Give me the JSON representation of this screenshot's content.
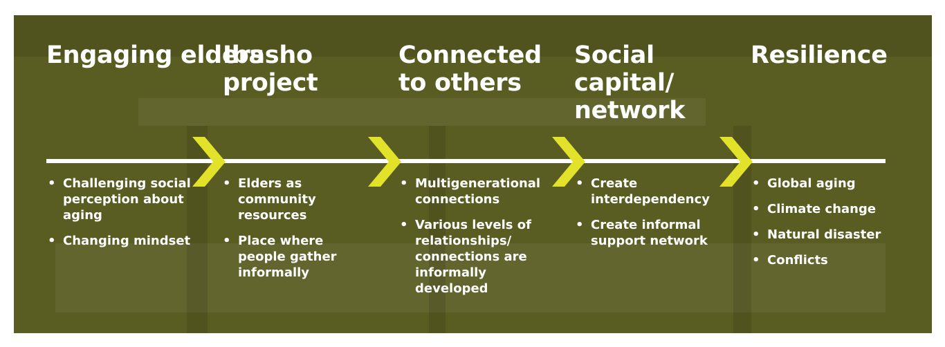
{
  "columns": [
    {
      "title": "Engaging elders",
      "items": [
        "Challenging social perception about aging",
        "Changing mindset"
      ]
    },
    {
      "title": "Ibasho project",
      "items": [
        "Elders as community resources",
        "Place where people gather informally"
      ]
    },
    {
      "title": "Connected to others",
      "items": [
        "Multigenerational connections",
        "Various levels of relationships/ connections are informally developed"
      ]
    },
    {
      "title": "Social capital/ network",
      "items": [
        "Create interdependency",
        "Create informal support network"
      ]
    },
    {
      "title": "Resilience",
      "items": [
        "Global aging",
        "Climate change",
        "Natural disaster",
        "Conflicts"
      ]
    }
  ],
  "colors": {
    "panel": "#5a5d22",
    "text": "#ffffff",
    "arrow": "#e3e22a"
  },
  "icons": [
    "chevron-right-icon"
  ]
}
